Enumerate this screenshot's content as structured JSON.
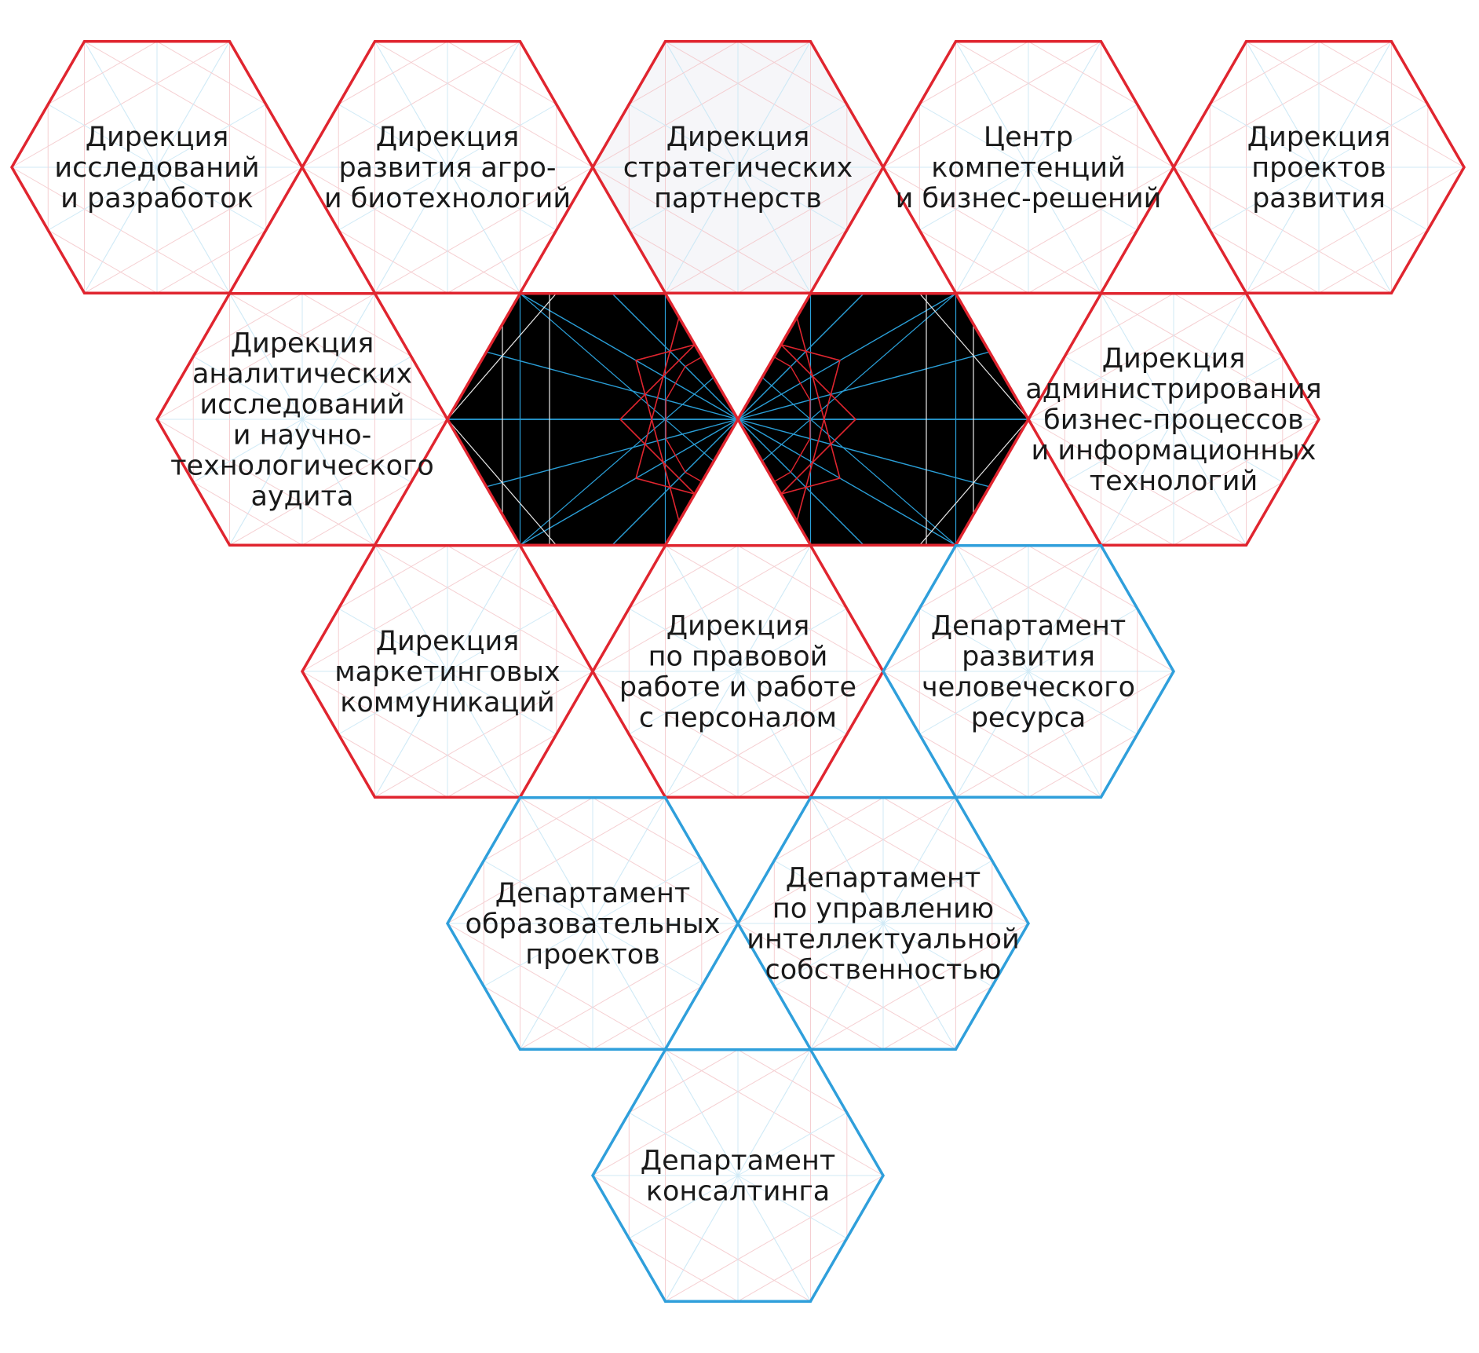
{
  "colors": {
    "directorate_border": "#e0252f",
    "department_border": "#2f9fdb",
    "center_fill": "#000000",
    "center_lines_blue": "#2a9fd8",
    "center_lines_red": "#e0252f",
    "center_lines_white": "#e8e8e8",
    "cell_grid_pink": "#f3c4c7",
    "cell_grid_blue": "#c6e6f5",
    "highlight_fill": "#f6f6f9"
  },
  "hexes": [
    {
      "id": "research",
      "kind": "directorate",
      "lines": [
        "Дирекция",
        "исследований",
        "и разработок"
      ]
    },
    {
      "id": "agro",
      "kind": "directorate",
      "lines": [
        "Дирекция",
        "развития агро-",
        "и биотехнологий"
      ]
    },
    {
      "id": "strategic",
      "kind": "directorate",
      "highlight": true,
      "lines": [
        "Дирекция",
        "стратегических",
        "партнерств"
      ]
    },
    {
      "id": "competence",
      "kind": "directorate",
      "lines": [
        "Центр",
        "компетенций",
        "и бизнес-решений"
      ]
    },
    {
      "id": "projects",
      "kind": "directorate",
      "lines": [
        "Дирекция",
        "проектов",
        "развития"
      ]
    },
    {
      "id": "analytics",
      "kind": "directorate",
      "lines": [
        "Дирекция",
        "аналитических",
        "исследований",
        "и научно-",
        "технологического",
        "аудита"
      ]
    },
    {
      "id": "center-left",
      "kind": "center",
      "lines": []
    },
    {
      "id": "center-right",
      "kind": "center",
      "lines": []
    },
    {
      "id": "admin",
      "kind": "directorate",
      "lines": [
        "Дирекция",
        "администрирования",
        "бизнес-процессов",
        "и информационных",
        "технологий"
      ]
    },
    {
      "id": "marketing",
      "kind": "directorate",
      "lines": [
        "Дирекция",
        "маркетинговых",
        "коммуникаций"
      ]
    },
    {
      "id": "legal",
      "kind": "directorate",
      "lines": [
        "Дирекция",
        "по правовой",
        "работе и работе",
        "с персоналом"
      ]
    },
    {
      "id": "human",
      "kind": "department",
      "lines": [
        "Департамент",
        "развития",
        "человеческого",
        "ресурса"
      ]
    },
    {
      "id": "education",
      "kind": "department",
      "lines": [
        "Департамент",
        "образовательных",
        "проектов"
      ]
    },
    {
      "id": "ip",
      "kind": "department",
      "lines": [
        "Департамент",
        "по управлению",
        "интеллектуальной",
        "собственностью"
      ]
    },
    {
      "id": "consulting",
      "kind": "department",
      "lines": [
        "Департамент",
        "консалтинга"
      ]
    }
  ]
}
